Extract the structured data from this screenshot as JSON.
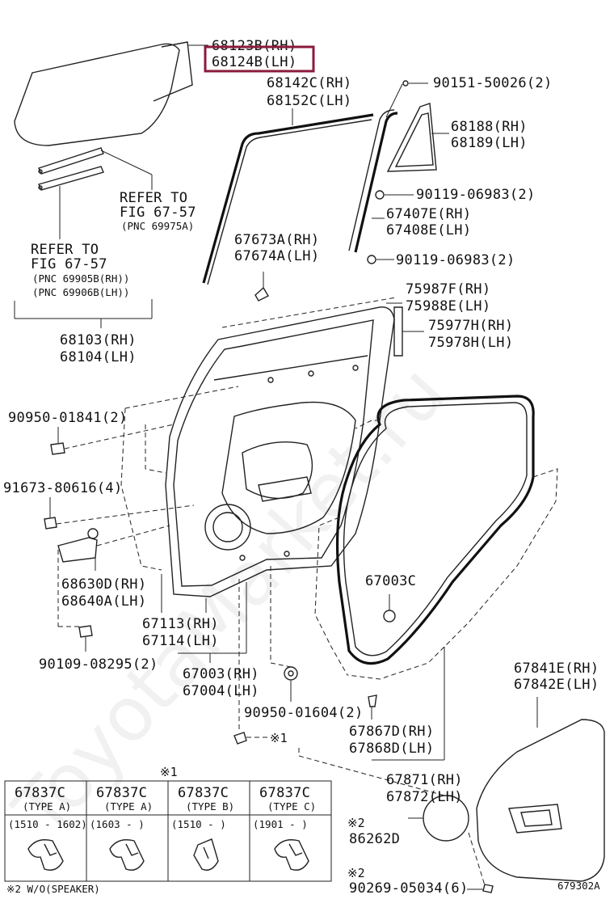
{
  "highlight_part": "68124B(LH)",
  "labels": {
    "p68123b": "68123B(RH)",
    "p68124b": "68124B(LH)",
    "p68142c": "68142C(RH)",
    "p68152c": "68152C(LH)",
    "p90151": "90151-50026(2)",
    "p68188": "68188(RH)",
    "p68189": "68189(LH)",
    "p90119a": "90119-06983(2)",
    "p67407e": "67407E(RH)",
    "p67408e": "67408E(LH)",
    "p90119b": "90119-06983(2)",
    "p67673a": "67673A(RH)",
    "p67674a": "67674A(LH)",
    "p75987f": "75987F(RH)",
    "p75988e": "75988E(LH)",
    "p75977h": "75977H(RH)",
    "p75978h": "75978H(LH)",
    "p68103": "68103(RH)",
    "p68104": "68104(LH)",
    "p90950a": "90950-01841(2)",
    "p91673": "91673-80616(4)",
    "p68630d": "68630D(RH)",
    "p68640a": "68640A(LH)",
    "p67003c": "67003C",
    "p67113": "67113(RH)",
    "p67114": "67114(LH)",
    "p90109": "90109-08295(2)",
    "p67003": "67003(RH)",
    "p67004": "67004(LH)",
    "p90950b": "90950-01604(2)",
    "p67841e": "67841E(RH)",
    "p67842e": "67842E(LH)",
    "p67867d": "67867D(RH)",
    "p67868d": "67868D(LH)",
    "p67871": "67871(RH)",
    "p67872": "67872(LH)",
    "p86262d": "86262D",
    "p90269": "90269-05034(6)",
    "note_mark1": "※1",
    "note_mark2": "※2",
    "note_wo_speaker": "※2 W/O(SPEAKER)",
    "figure_code": "679302A"
  },
  "refer_notes": {
    "refer_a": {
      "line1": "REFER TO",
      "line2": "FIG 67-57",
      "line3": "(PNC 69975A)"
    },
    "refer_b": {
      "line1": "REFER TO",
      "line2": "FIG 67-57",
      "line3": "(PNC 69905B(RH))",
      "line4": "(PNC 69906B(LH))"
    }
  },
  "type_table": {
    "header_mark": "※1",
    "columns": [
      {
        "part": "67837C",
        "type": "(TYPE A)",
        "range": "(1510 - 1602)"
      },
      {
        "part": "67837C",
        "type": "(TYPE A)",
        "range": "(1603 -      )"
      },
      {
        "part": "67837C",
        "type": "(TYPE B)",
        "range": "(1510 -      )"
      },
      {
        "part": "67837C",
        "type": "(TYPE C)",
        "range": "(1901 -      )"
      }
    ]
  },
  "watermark": "ToyotaMarket.ru",
  "colors": {
    "highlight": "#8b1a3c",
    "ink": "#111111"
  }
}
